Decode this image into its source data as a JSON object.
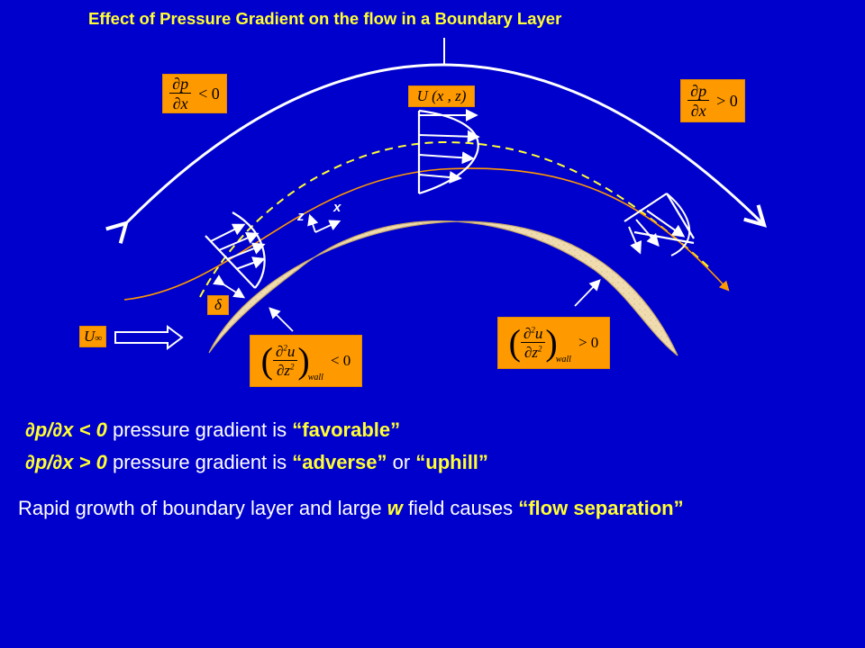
{
  "title": "Effect of Pressure Gradient on the flow in a Boundary Layer",
  "labels": {
    "dp_dx_neg": {
      "num": "∂p",
      "den": "∂x",
      "rel": "< 0"
    },
    "dp_dx_pos": {
      "num": "∂p",
      "den": "∂x",
      "rel": "> 0"
    },
    "u_profile": {
      "text": "U (x , z)"
    },
    "d2u_neg": {
      "num_a": "∂",
      "num_sup": "2",
      "num_b": "u",
      "den_a": "∂z",
      "den_sup": "2",
      "sub": "wall",
      "rel": "< 0"
    },
    "d2u_pos": {
      "num_a": "∂",
      "num_sup": "2",
      "num_b": "u",
      "den_a": "∂z",
      "den_sup": "2",
      "sub": "wall",
      "rel": "> 0"
    },
    "delta": "δ",
    "u_inf": {
      "main": "U",
      "sub": "∞"
    },
    "axis_z": "z",
    "axis_x": "x"
  },
  "lines": {
    "favorable": {
      "a": "∂p/∂x < 0",
      "b": " pressure gradient is ",
      "c": "“favorable”"
    },
    "adverse": {
      "a": "∂p/∂x > 0",
      "b": " pressure gradient is ",
      "c": "“adverse”",
      "d": " or ",
      "e": "“uphill”"
    },
    "separation": {
      "a": "Rapid growth of boundary layer and large ",
      "b": "w",
      "c": " field causes  ",
      "d": "“flow separation”"
    }
  },
  "colors": {
    "background": "#0000cc",
    "title": "#ffff33",
    "box": "#ff9900",
    "surface": "#f0dcb0",
    "streamline": "#ff9900",
    "arrows": "#ffffff",
    "dashed": "#ffff33"
  }
}
